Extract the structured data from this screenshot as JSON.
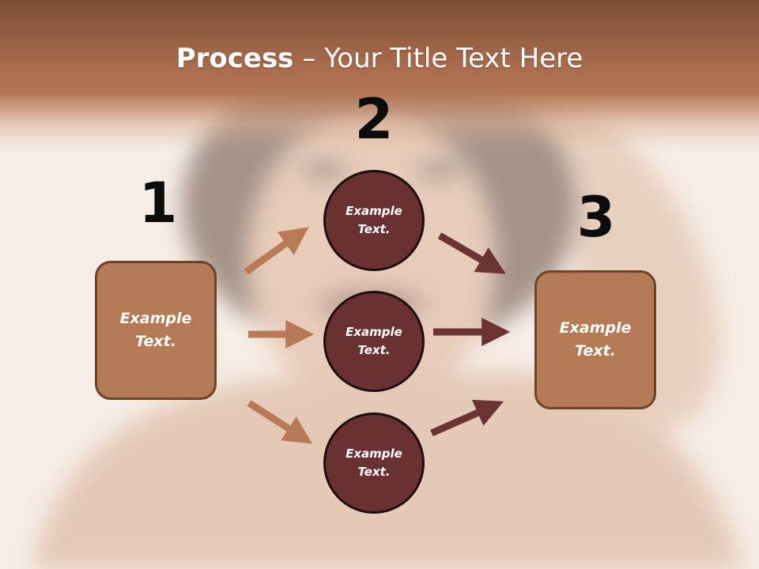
{
  "title": {
    "bold": "Process",
    "rest": " – Your Title Text Here"
  },
  "steps": [
    {
      "number": "1",
      "label": "Example\nText."
    },
    {
      "number": "2",
      "label": "Example\nText."
    },
    {
      "number": "3",
      "label": "Example\nText."
    }
  ],
  "middle_nodes": [
    {
      "label": "Example\nText."
    },
    {
      "label": "Example\nText."
    },
    {
      "label": "Example\nText."
    }
  ],
  "colors": {
    "header": "#a3684a",
    "box_fill": "#b47955",
    "box_border": "#6e4427",
    "circle_fill": "#693132",
    "left_arrow": "#b87a56",
    "right_arrow": "#6b3333"
  }
}
